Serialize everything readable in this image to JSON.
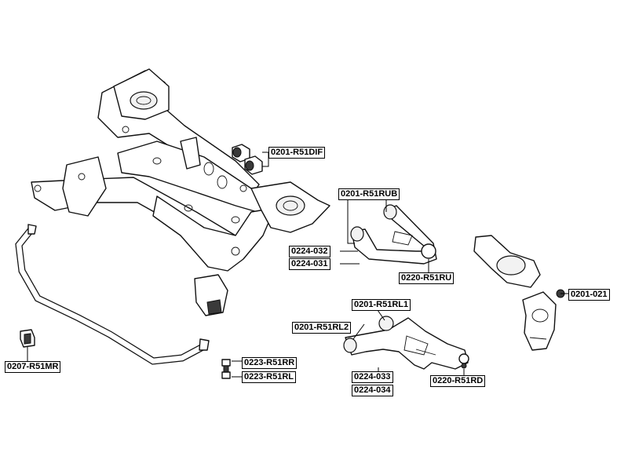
{
  "labels": {
    "p0201_R51DIF": "0201-R51DIF",
    "p0201_R51RUB": "0201-R51RUB",
    "p0224_032": "0224-032",
    "p0224_031": "0224-031",
    "p0220_R51RU": "0220-R51RU",
    "p0201_021": "0201-021",
    "p0201_R51RL1": "0201-R51RL1",
    "p0201_R51RL2": "0201-R51RL2",
    "p0224_033": "0224-033",
    "p0224_034": "0224-034",
    "p0220_R51RD": "0220-R51RD",
    "p0223_R51RR": "0223-R51RR",
    "p0223_R51RL": "0223-R51RL",
    "p0207_R51MR": "0207-R51MR"
  }
}
